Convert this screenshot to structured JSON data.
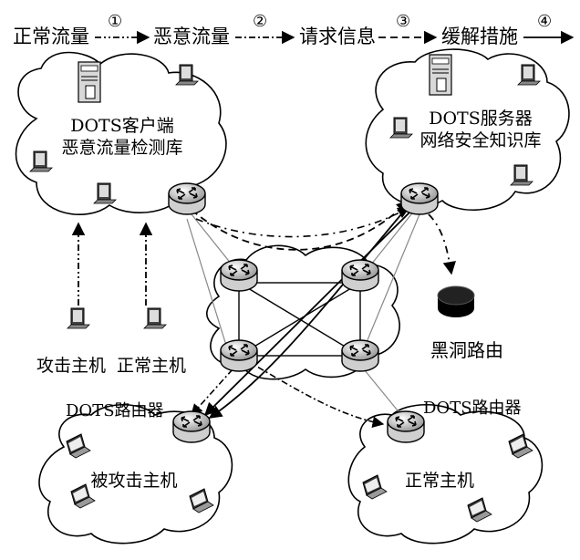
{
  "flow": {
    "steps": [
      "正常流量",
      "恶意流量",
      "请求信息",
      "缓解措施"
    ],
    "markers": [
      "①",
      "②",
      "③",
      "④"
    ]
  },
  "nodes": {
    "client_cloud": {
      "line1": "DOTS客户端",
      "line2": "恶意流量检测库"
    },
    "server_cloud": {
      "line1": "DOTS服务器",
      "line2": "网络安全知识库"
    },
    "attacked_cloud": {
      "label": "被攻击主机"
    },
    "normal_cloud": {
      "label": "正常主机"
    },
    "attack_host": "攻击主机",
    "normal_host": "正常主机",
    "blackhole": "黑洞路由",
    "router_left": "DOTS路由器",
    "router_right": "DOTS路由器"
  }
}
